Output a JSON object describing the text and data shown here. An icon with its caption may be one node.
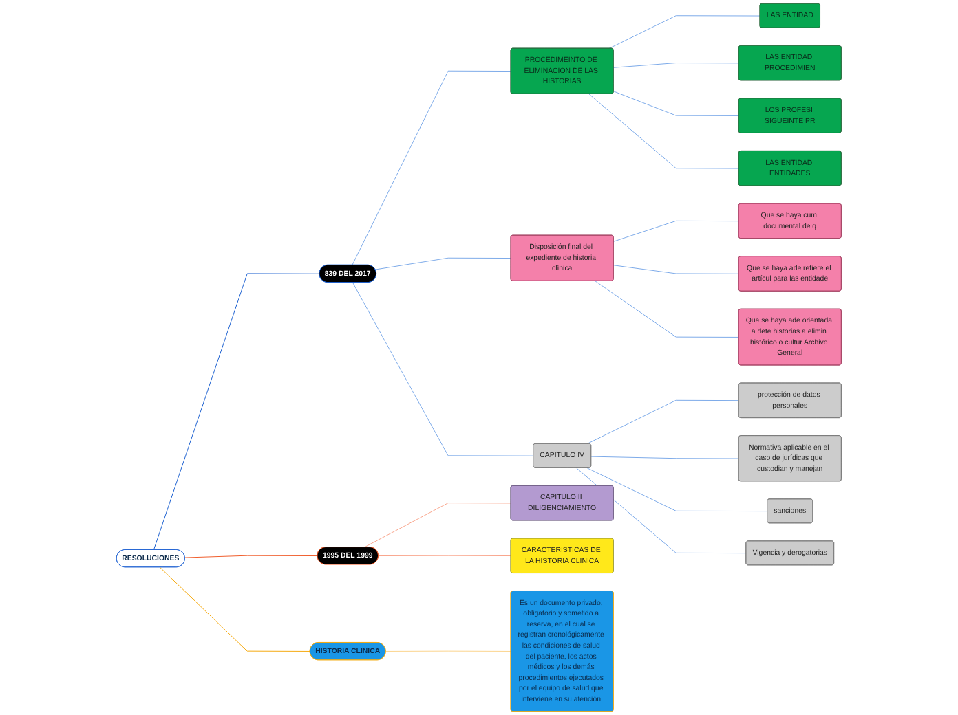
{
  "diagram": {
    "nodes": [
      {
        "text": [
          "RESOLUCIONES"
        ]
      },
      {
        "text": [
          "HISTORIA CLINICA"
        ]
      },
      {
        "text": [
          "Es un documento privado, obligatorio y sometido a reserva, en el cual se registran cronológicamente las condiciones de salud del paciente, los actos médicos y los demás procedimientos ejecutados por el equipo de salud que interviene en su atención."
        ]
      },
      {
        "text": [
          "1995 DEL 1999"
        ]
      },
      {
        "text": [
          "CARACTERISTICAS DE LA HISTORIA CLINICA"
        ]
      },
      {
        "text": [
          "CAPITULO II DILIGENCIAMIENTO"
        ]
      },
      {
        "text": [
          "839 DEL 2017"
        ]
      },
      {
        "text": [
          "PROCEDIMEINTO DE ELIMINACION DE LAS HISTORIAS"
        ]
      },
      {
        "text": [
          "LAS ENTIDAD"
        ]
      },
      {
        "text": [
          "LAS ENTIDAD PROCEDIMIEN"
        ]
      },
      {
        "text": [
          "LOS PROFESI SIGUEINTE PR"
        ]
      },
      {
        "text": [
          "LAS ENTIDAD ENTIDADES"
        ]
      },
      {
        "text": [
          "Disposición final del expediente de historia clínica"
        ]
      },
      {
        "text": [
          "Que se haya cum documental de q"
        ]
      },
      {
        "text": [
          "Que se haya ade refiere el artícul para las entidade"
        ]
      },
      {
        "text": [
          "Que se haya ade orientada a dete historias a elimin histórico o cultur Archivo General"
        ]
      },
      {
        "text": [
          "CAPITULO IV"
        ]
      },
      {
        "text": [
          "protección de datos personales"
        ]
      },
      {
        "text": [
          "Normativa aplicable en el caso de jurídicas que custodian y manejan"
        ]
      },
      {
        "text": [
          "sanciones"
        ]
      },
      {
        "text": [
          "Vigencia y derogatorias"
        ]
      }
    ],
    "edges": [
      {
        "from": 0,
        "to": 1,
        "arrow": "none",
        "color": "#f5a80a"
      },
      {
        "from": 1,
        "to": 2,
        "arrow": "none",
        "color": "#fbd38a"
      },
      {
        "from": 0,
        "to": 3,
        "arrow": "none",
        "color": "#f05a28"
      },
      {
        "from": 3,
        "to": 4,
        "arrow": "none",
        "color": "#f9a48a"
      },
      {
        "from": 3,
        "to": 5,
        "arrow": "none",
        "color": "#f9a48a"
      },
      {
        "from": 0,
        "to": 6,
        "arrow": "none",
        "color": "#1a5fd0"
      },
      {
        "from": 6,
        "to": 7,
        "arrow": "none"
      },
      {
        "from": 7,
        "to": 8,
        "arrow": "none"
      },
      {
        "from": 7,
        "to": 9,
        "arrow": "none"
      },
      {
        "from": 7,
        "to": 10,
        "arrow": "none"
      },
      {
        "from": 7,
        "to": 11,
        "arrow": "none"
      },
      {
        "from": 6,
        "to": 12,
        "arrow": "none"
      },
      {
        "from": 12,
        "to": 13,
        "arrow": "none"
      },
      {
        "from": 12,
        "to": 14,
        "arrow": "none"
      },
      {
        "from": 12,
        "to": 15,
        "arrow": "none"
      },
      {
        "from": 6,
        "to": 16,
        "arrow": "none"
      },
      {
        "from": 16,
        "to": 17,
        "arrow": "none"
      },
      {
        "from": 16,
        "to": 18,
        "arrow": "none"
      },
      {
        "from": 16,
        "to": 19,
        "arrow": "none"
      },
      {
        "from": 16,
        "to": 20,
        "arrow": "none"
      }
    ]
  }
}
